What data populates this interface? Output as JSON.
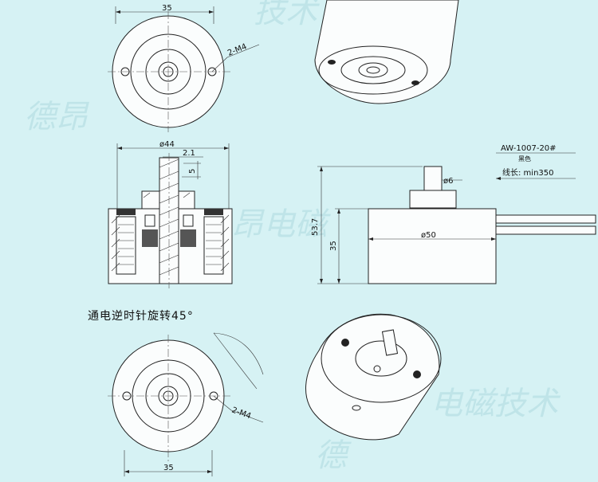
{
  "watermark": {
    "top_right": "技术",
    "left": "德昂",
    "middle": "昂电磁",
    "bottom_right": "电磁技术",
    "bottom_left": "德"
  },
  "top_view": {
    "width_dim": "35",
    "thread_label": "2-M4"
  },
  "section_view": {
    "diameter": "ø44",
    "offset_dim": "2.1",
    "shaft_dim": "5"
  },
  "side_view": {
    "wire_model": "AW-1007-20#",
    "wire_color": "黑色",
    "wire_length": "线长: min350",
    "shaft_diameter": "ø6",
    "overall_height": "53.7",
    "body_height": "35",
    "body_diameter": "ø50"
  },
  "rotation_note": "通电逆时针旋转45°",
  "bottom_view": {
    "width_dim": "35",
    "thread_label": "2-M4"
  }
}
